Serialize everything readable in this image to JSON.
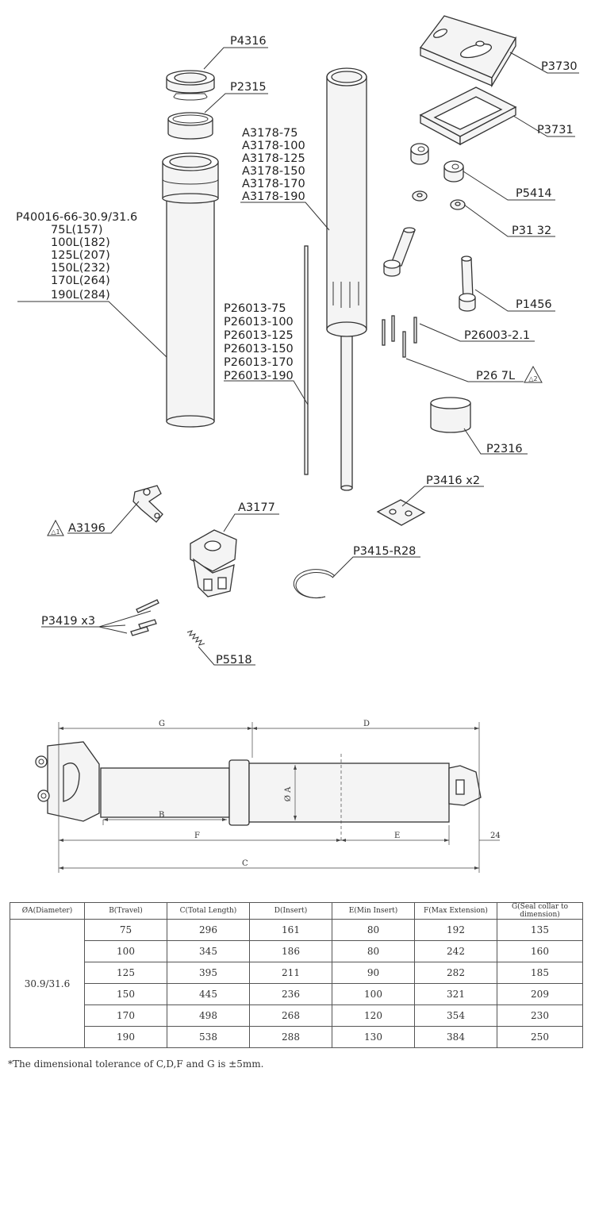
{
  "exploded": {
    "labels": {
      "p4316": "P4316",
      "p2315": "P2315",
      "p3730": "P3730",
      "p3731": "P3731",
      "p5414": "P5414",
      "p3132": "P31 32",
      "p1456": "P1456",
      "p26003": "P26003-2.1",
      "p267l": "P26 7L",
      "p2316": "P2316",
      "p3416": "P3416 x2",
      "p3415": "P3415-R28",
      "a3177": "A3177",
      "a3196": "A3196",
      "p3419": "P3419 x3",
      "p5518": "P5518"
    },
    "a3178_variants": [
      "A3178-75",
      "A3178-100",
      "A3178-125",
      "A3178-150",
      "A3178-170",
      "A3178-190"
    ],
    "p40016_variants": [
      "P40016-66-30.9/31.6",
      "75L(157)",
      "100L(182)",
      "125L(207)",
      "150L(232)",
      "170L(264)",
      "190L(284)"
    ],
    "p26013_variants": [
      "P26013-75",
      "P26013-100",
      "P26013-125",
      "P26013-150",
      "P26013-170",
      "P26013-190"
    ],
    "warning_marks": {
      "a3196_mark": "△1",
      "p267l_mark": "△2"
    }
  },
  "dimension_drawing": {
    "labels": {
      "g": "G",
      "d": "D",
      "b": "B",
      "f": "F",
      "e": "E",
      "c": "C",
      "offset": "24",
      "diameter": "Ø A"
    }
  },
  "table": {
    "headers": [
      "ØA(Diameter)",
      "B(Travel)",
      "C(Total Length)",
      "D(Insert)",
      "E(Min Insert)",
      "F(Max Extension)",
      "G(Seal collar to dimension)"
    ],
    "diameter": "30.9/31.6",
    "rows": [
      [
        "75",
        "296",
        "161",
        "80",
        "192",
        "135"
      ],
      [
        "100",
        "345",
        "186",
        "80",
        "242",
        "160"
      ],
      [
        "125",
        "395",
        "211",
        "90",
        "282",
        "185"
      ],
      [
        "150",
        "445",
        "236",
        "100",
        "321",
        "209"
      ],
      [
        "170",
        "498",
        "268",
        "120",
        "354",
        "230"
      ],
      [
        "190",
        "538",
        "288",
        "130",
        "384",
        "250"
      ]
    ]
  },
  "note": "*The dimensional tolerance of C,D,F and G is ±5mm."
}
